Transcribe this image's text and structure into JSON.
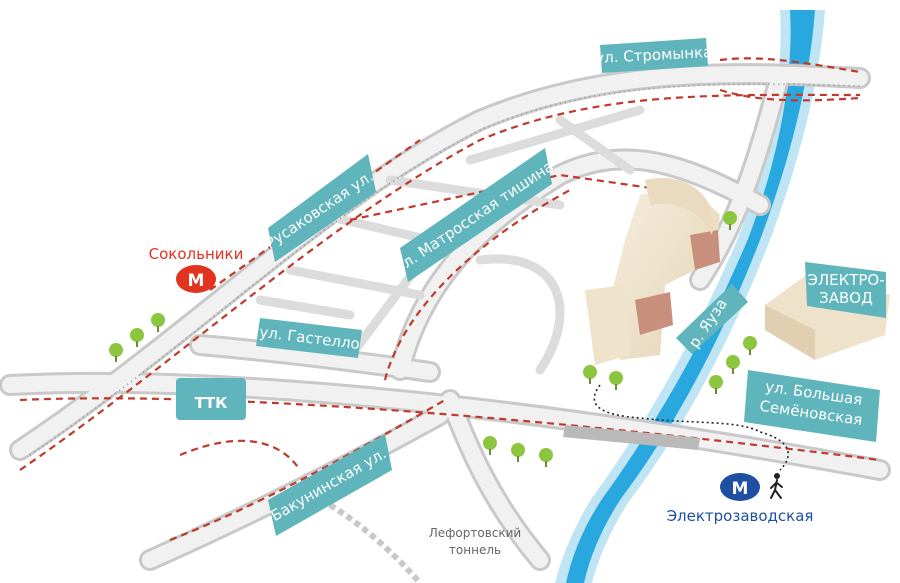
{
  "streets": {
    "stromynka": "ул. Стромынка",
    "rusakovskaya": "Русаковская ул.",
    "matrosskaya": "ул. Матросская тишина",
    "gastello": "ул. Гастелло",
    "ttk": "ТТК",
    "bakuninskaya": "Бакунинская ул.",
    "semenovskaya_line1": "ул. Большая",
    "semenovskaya_line2": "Семёновская"
  },
  "river": {
    "label": "р. Яуза"
  },
  "landmarks": {
    "elektrozavod_line1": "ЭЛЕКТРО-",
    "elektrozavod_line2": "ЗАВОД",
    "tunnel_line1": "Лефортовский",
    "tunnel_line2": "тоннель"
  },
  "metro": {
    "sokolniki": {
      "name": "Сокольники",
      "color": "#e2331f",
      "symbol": "M"
    },
    "elektrozavodskaya": {
      "name": "Электрозаводская",
      "color": "#1f4fa0",
      "symbol": "M"
    }
  },
  "colors": {
    "sign": "#5fb5bb",
    "route": "#c0392b",
    "river": "#29a8e0",
    "tree": "#8cc63f"
  },
  "icons": {
    "pedestrian": "walking-person-icon"
  }
}
